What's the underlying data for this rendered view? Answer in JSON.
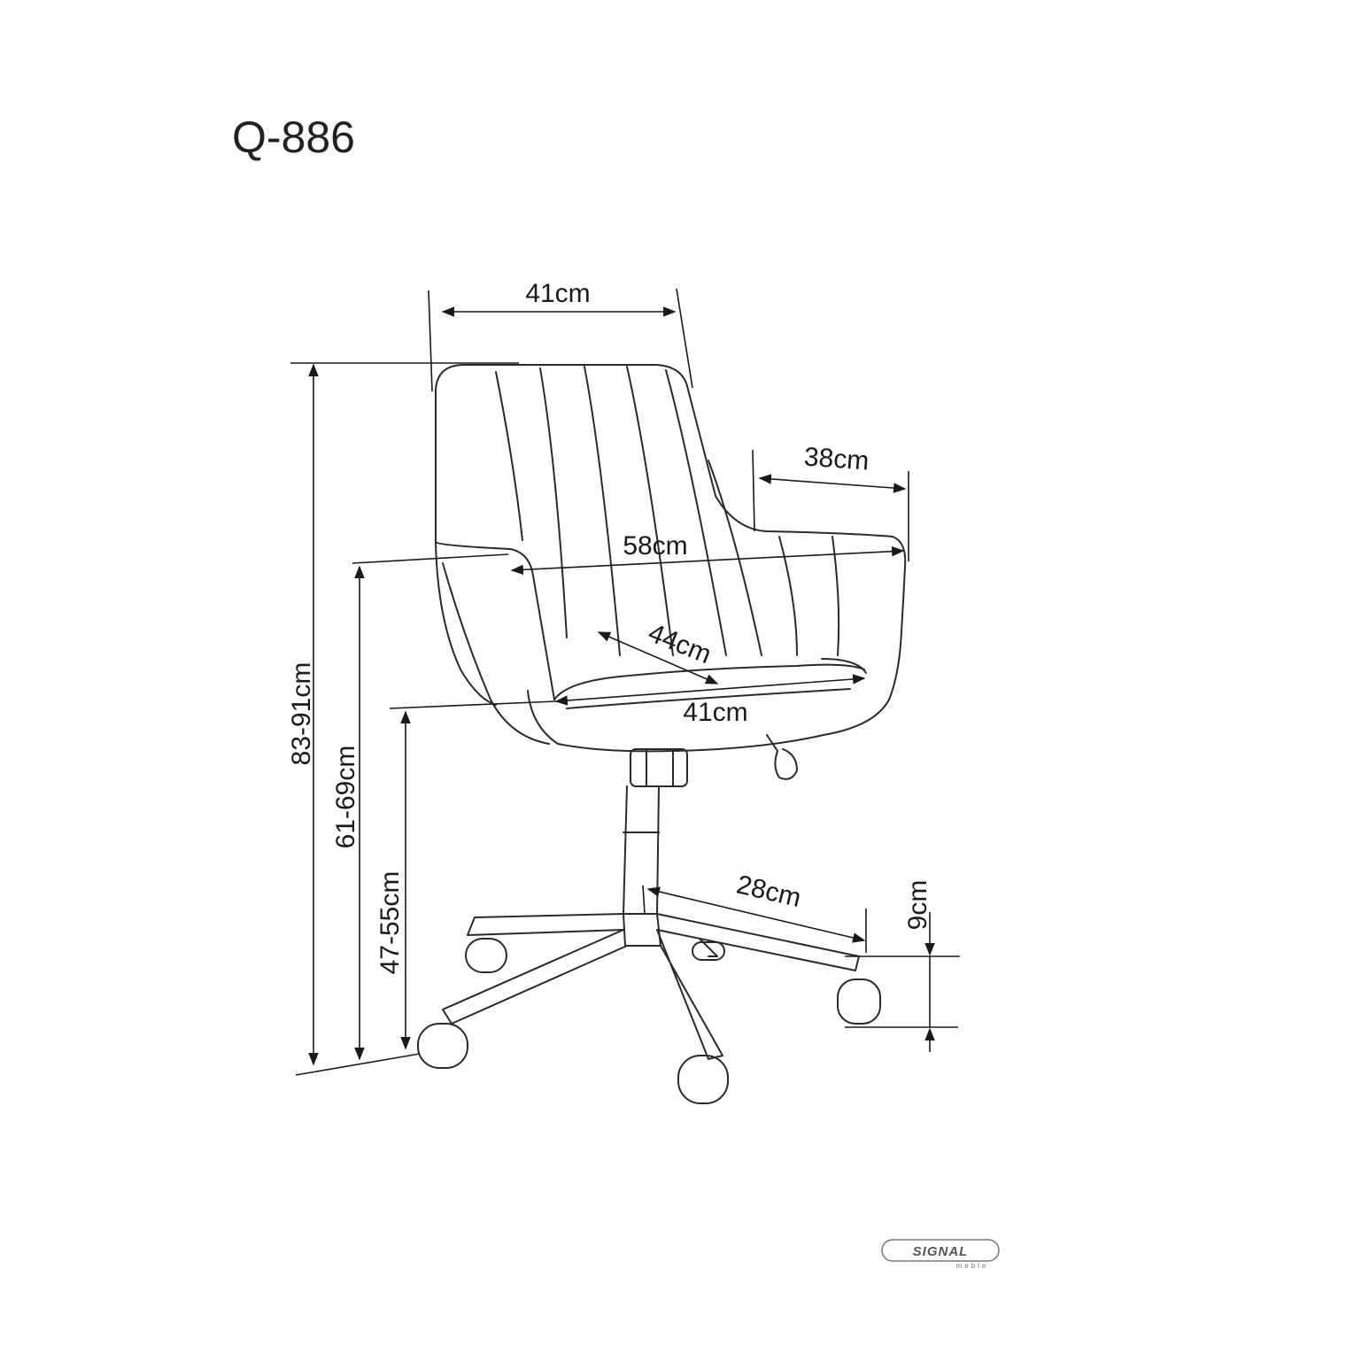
{
  "title": "Q-886",
  "dimensions": {
    "backrest_width": "41cm",
    "armrest_depth": "38cm",
    "total_width": "58cm",
    "seat_depth": "44cm",
    "seat_width": "41cm",
    "total_height": "83-91cm",
    "armrest_height": "61-69cm",
    "seat_height": "47-55cm",
    "base_radius": "28cm",
    "wheel_height": "9cm"
  },
  "logo": {
    "brand": "SIGNAL",
    "sub": "meble"
  },
  "colors": {
    "line": "#2a2a2a",
    "background": "#ffffff"
  }
}
